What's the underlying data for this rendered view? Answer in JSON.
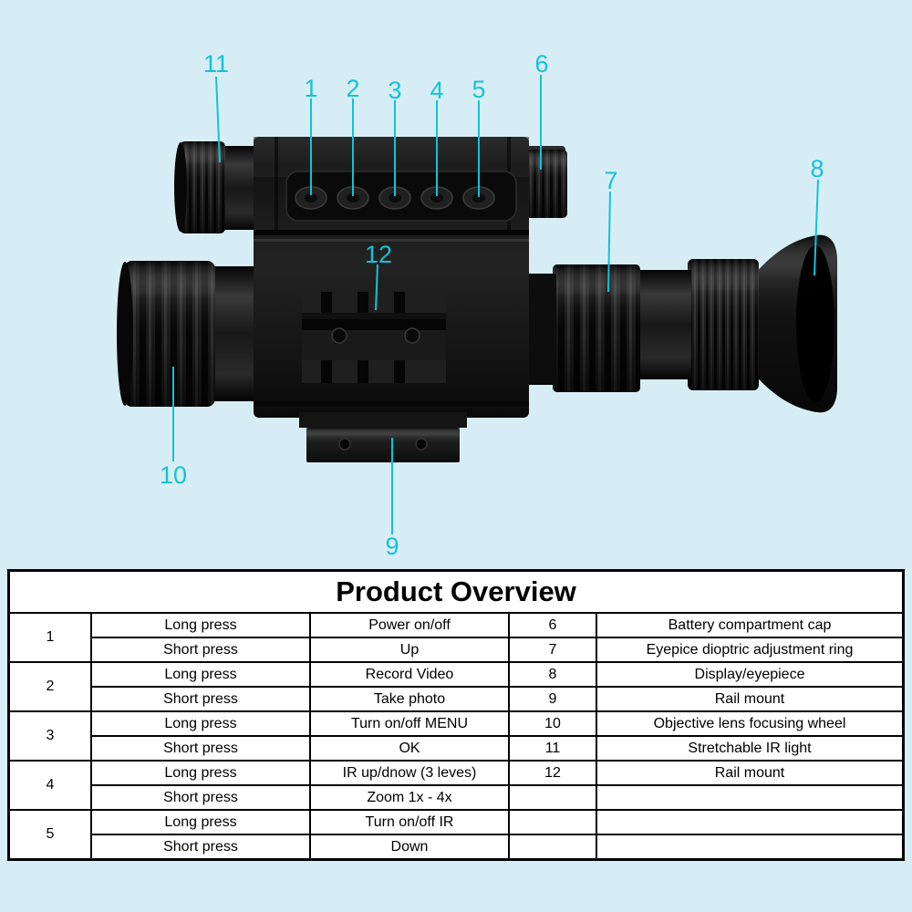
{
  "colors": {
    "background": "#d7edf5",
    "accent": "#12c3d8",
    "table_border": "#000000",
    "device_black": "#141414"
  },
  "callouts": [
    "1",
    "2",
    "3",
    "4",
    "5",
    "6",
    "7",
    "8",
    "9",
    "10",
    "11",
    "12"
  ],
  "device_parts": {
    "ir_light": "stretchable-ir-light",
    "battery_cap": "battery-compartment-cap",
    "buttons": [
      "power-button",
      "record-button",
      "menu-button",
      "ir-level-button",
      "ir-toggle-button"
    ],
    "objective": "objective-lens-focusing-wheel",
    "dioptric_ring": "eyepiece-dioptric-adjustment-ring",
    "eyecup": "display-eyepiece",
    "side_rail": "rail-mount",
    "bottom_rail": "rail-mount"
  },
  "table": {
    "title": "Product Overview",
    "left_nums": [
      "1",
      "2",
      "3",
      "4",
      "5"
    ],
    "left_rows": [
      {
        "press": "Long press",
        "action": "Power on/off"
      },
      {
        "press": "Short press",
        "action": "Up"
      },
      {
        "press": "Long press",
        "action": "Record Video"
      },
      {
        "press": "Short press",
        "action": "Take photo"
      },
      {
        "press": "Long press",
        "action": "Turn on/off MENU"
      },
      {
        "press": "Short press",
        "action": "OK"
      },
      {
        "press": "Long press",
        "action": "IR up/dnow (3 leves)"
      },
      {
        "press": "Short press",
        "action": "Zoom 1x - 4x"
      },
      {
        "press": "Long press",
        "action": "Turn on/off IR"
      },
      {
        "press": "Short press",
        "action": "Down"
      }
    ],
    "right_rows": [
      {
        "num": "6",
        "desc": "Battery compartment cap"
      },
      {
        "num": "7",
        "desc": "Eyepice dioptric adjustment ring"
      },
      {
        "num": "8",
        "desc": "Display/eyepiece"
      },
      {
        "num": "9",
        "desc": "Rail mount"
      },
      {
        "num": "10",
        "desc": "Objective lens focusing wheel"
      },
      {
        "num": "11",
        "desc": "Stretchable IR light"
      },
      {
        "num": "12",
        "desc": "Rail mount"
      },
      {
        "num": "",
        "desc": ""
      },
      {
        "num": "",
        "desc": ""
      },
      {
        "num": "",
        "desc": ""
      }
    ]
  }
}
